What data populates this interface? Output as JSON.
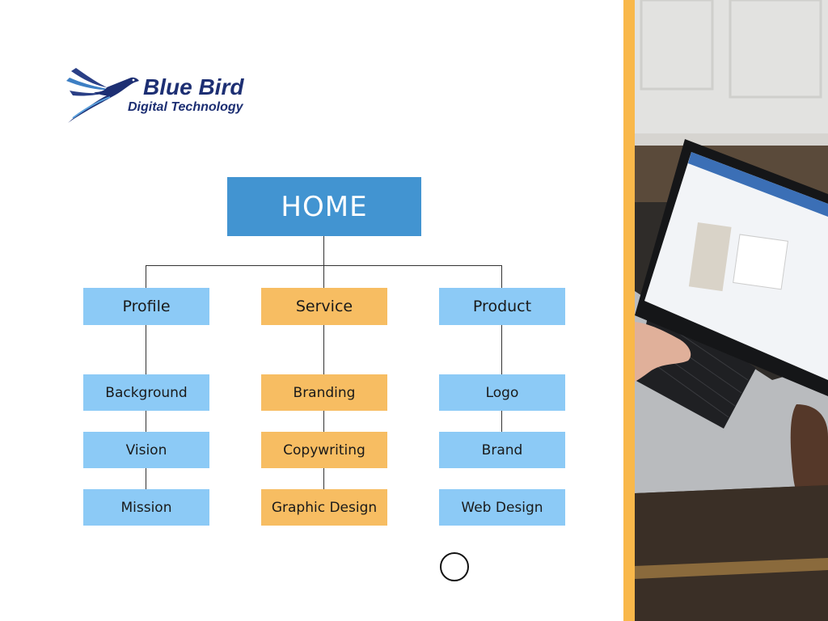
{
  "logo": {
    "line1": "Blue Bird",
    "line2": "Digital Technology"
  },
  "sitemap": {
    "root": "HOME",
    "columns": [
      {
        "label": "Profile",
        "color": "#8ccaf6",
        "children": [
          "Background",
          "Vision",
          "Mission"
        ]
      },
      {
        "label": "Service",
        "color": "#f7bd62",
        "children": [
          "Branding",
          "Copywriting",
          "Graphic Design"
        ]
      },
      {
        "label": "Product",
        "color": "#8ccaf6",
        "children": [
          "Logo",
          "Brand",
          "Web Design"
        ]
      }
    ]
  },
  "colors": {
    "home": "#4294d1",
    "accent_stripe": "#f9b84a",
    "logo_text": "#1d2f73"
  }
}
